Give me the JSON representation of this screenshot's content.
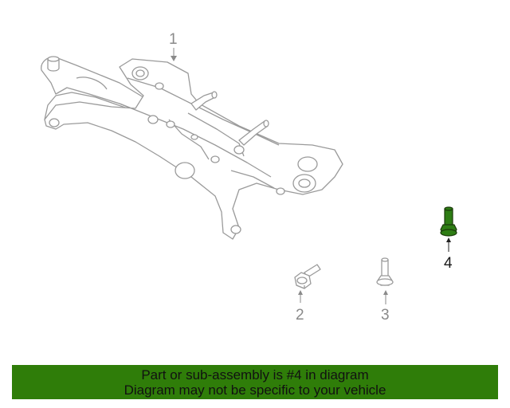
{
  "diagram": {
    "parts": [
      {
        "callout": "1",
        "name": "crossmember"
      },
      {
        "callout": "2",
        "name": "front-bolt"
      },
      {
        "callout": "3",
        "name": "rear-bolt"
      },
      {
        "callout": "4",
        "name": "highlighted-bolt",
        "highlighted": true
      }
    ],
    "colors": {
      "line": "#9a9a9a",
      "highlight_part": "#2e7d14",
      "banner": "#2f7d09"
    }
  },
  "banner": {
    "line1": "Part or sub-assembly is #4 in diagram",
    "line2": "Diagram may not be specific to your vehicle"
  }
}
